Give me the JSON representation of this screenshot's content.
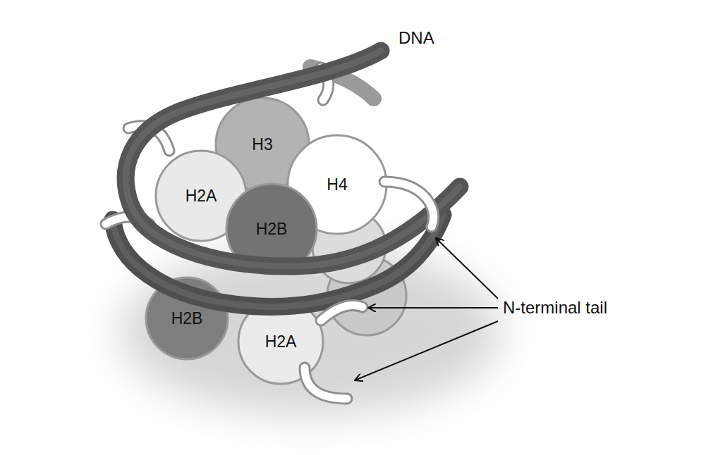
{
  "diagram": {
    "nodes": [
      {
        "text": [
          "H3"
        ]
      },
      {
        "text": [
          "H2A"
        ]
      },
      {
        "text": [
          "H4"
        ]
      },
      {
        "text": [
          "H2B"
        ]
      },
      {
        "text": [
          "H2B"
        ]
      },
      {
        "text": [
          "H2A"
        ]
      }
    ],
    "labels": [
      "DNA",
      "N-terminal tail"
    ]
  }
}
